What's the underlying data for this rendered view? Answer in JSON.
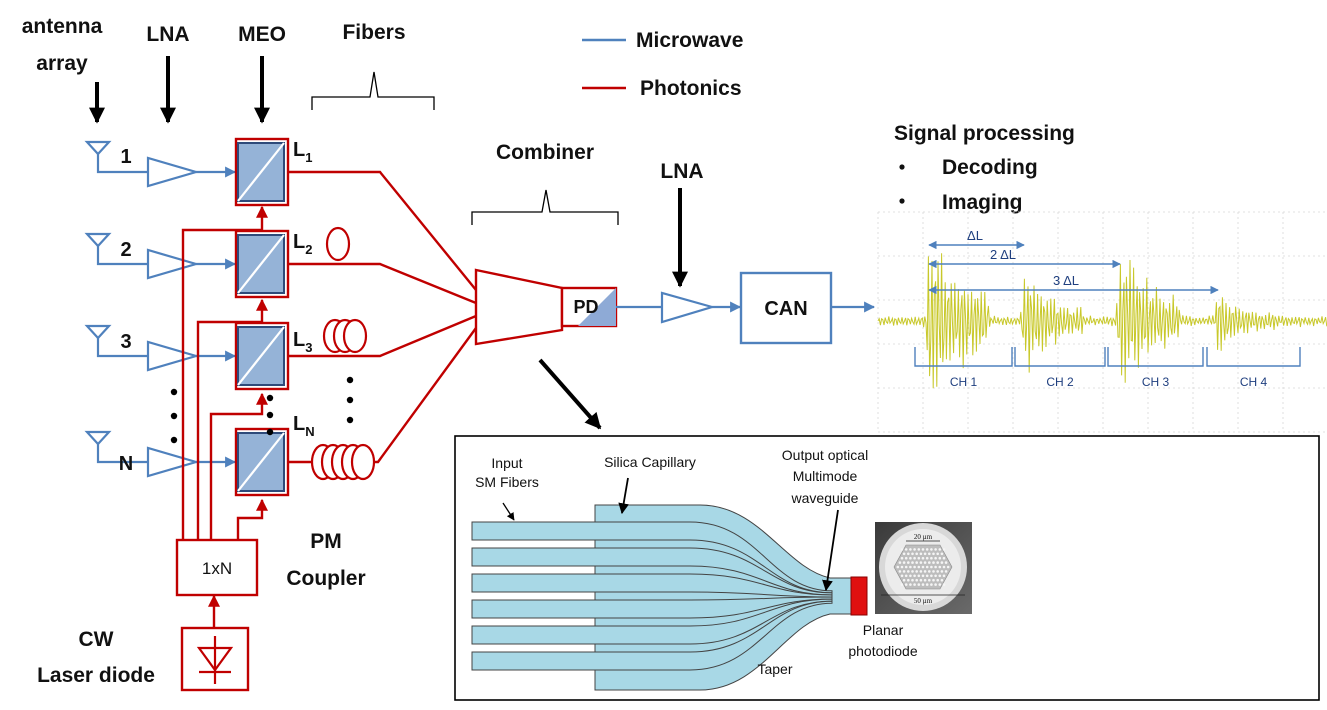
{
  "top_labels": {
    "antenna_line1": "antenna",
    "antenna_line2": "array",
    "lna": "LNA",
    "meo": "MEO",
    "fibers": "Fibers"
  },
  "legend": {
    "microwave": "Microwave",
    "photonics": "Photonics",
    "microwave_color": "#4f81bd",
    "photonics_color": "#c00000"
  },
  "channels": [
    "1",
    "2",
    "3",
    "N"
  ],
  "fiber_labels": [
    "L",
    "L",
    "L",
    "L"
  ],
  "fiber_subscripts": [
    "1",
    "2",
    "3",
    "N"
  ],
  "combiner": "Combiner",
  "pd": "PD",
  "lna2": "LNA",
  "can": "CAN",
  "splitter": "1xN",
  "coupler_line1": "PM",
  "coupler_line2": "Coupler",
  "laser_line1": "CW",
  "laser_line2": "Laser diode",
  "signal_processing": {
    "title": "Signal processing",
    "bullets": [
      "Decoding",
      "Imaging"
    ],
    "markers": [
      "ΔL",
      "2 ΔL",
      "3 ΔL"
    ],
    "channels": [
      "CH 1",
      "CH 2",
      "CH 3",
      "CH 4"
    ],
    "trace_color": "#c8c82a"
  },
  "inset": {
    "input_line1": "Input",
    "input_line2": "SM Fibers",
    "capillary": "Silica Capillary",
    "output_line1": "Output optical",
    "output_line2": "Multimode",
    "output_line3": "waveguide",
    "taper": "Taper",
    "photodiode_line1": "Planar",
    "photodiode_line2": "photodiode",
    "micro_top": "20 µm",
    "micro_bottom": "50 µm"
  }
}
